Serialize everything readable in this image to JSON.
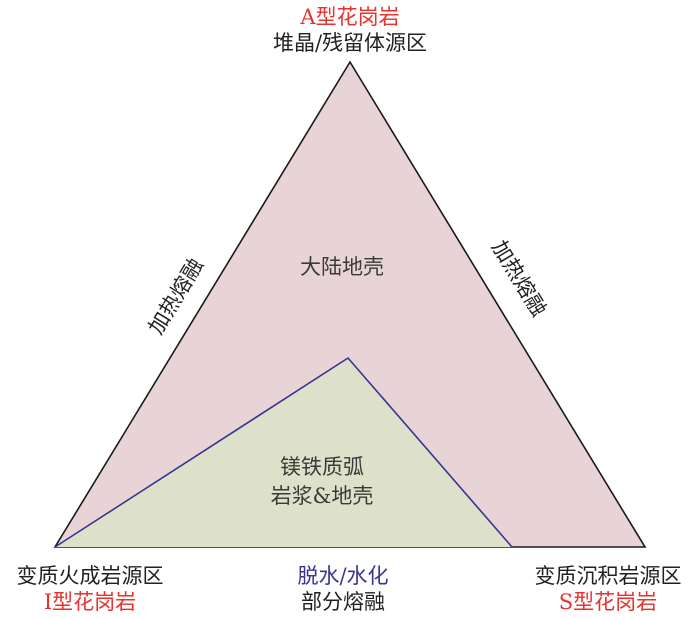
{
  "colors": {
    "outer_fill": "#e8d4d6",
    "inner_fill": "#dde1c9",
    "outer_stroke": "#1a1a1a",
    "inner_stroke": "#3a3592",
    "red_text": "#e8322c",
    "blue_text": "#3a3592"
  },
  "top": {
    "granite_type": "A型花岗岩",
    "source": "堆晶/残留体源区"
  },
  "left_edge_label": "加热熔融",
  "right_edge_label": "加热熔融",
  "outer_region_label": "大陆地壳",
  "inner_region": {
    "line1": "镁铁质弧",
    "line2": "岩浆&地壳"
  },
  "bottom_left": {
    "source": "变质火成岩源区",
    "granite_type": "I型花岗岩"
  },
  "bottom_center": {
    "process": "脱水/水化",
    "melting": "部分熔融"
  },
  "bottom_right": {
    "source": "变质沉积岩源区",
    "granite_type": "S型花岗岩"
  }
}
